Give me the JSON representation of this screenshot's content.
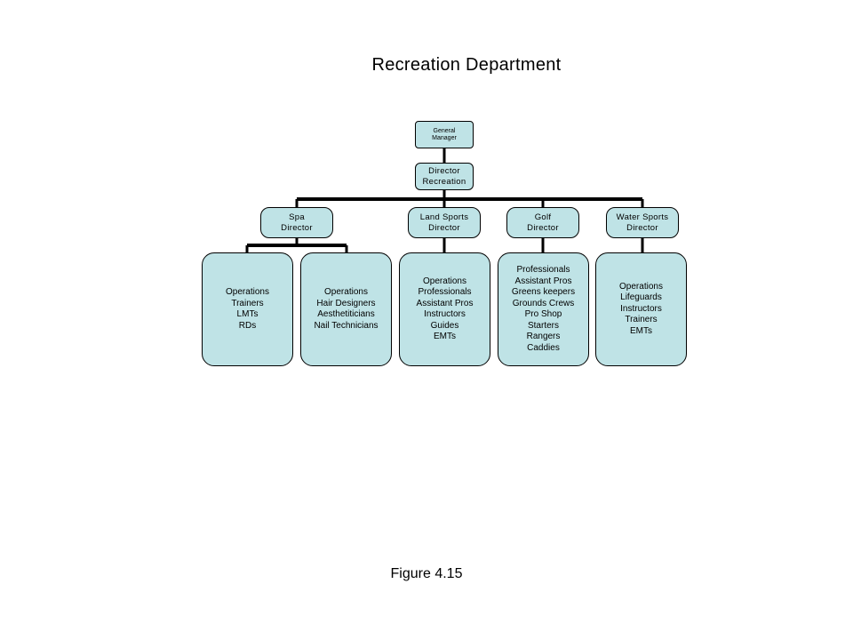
{
  "title": "Recreation Department",
  "caption": "Figure 4.15",
  "org": {
    "general_manager": [
      "General",
      "Manager"
    ],
    "director": [
      "Director",
      "Recreation"
    ],
    "spa": {
      "header": [
        "Spa",
        "Director"
      ],
      "units": [
        [
          "Operations",
          "Trainers",
          "LMTs",
          "RDs"
        ],
        [
          "Operations",
          "Hair Designers",
          "Aesthetiticians",
          "Nail Technicians"
        ]
      ]
    },
    "land_sports": {
      "header": [
        "Land Sports",
        "Director"
      ],
      "staff": [
        "Operations",
        "Professionals",
        "Assistant Pros",
        "Instructors",
        "Guides",
        "EMTs"
      ]
    },
    "golf": {
      "header": [
        "Golf",
        "Director"
      ],
      "staff": [
        "Professionals",
        "Assistant Pros",
        "Greens keepers",
        "Grounds Crews",
        "Pro Shop",
        "Starters",
        "Rangers",
        "Caddies"
      ]
    },
    "water_sports": {
      "header": [
        "Water Sports",
        "Director"
      ],
      "staff": [
        "Operations",
        "Lifeguards",
        "Instructors",
        "Trainers",
        "EMTs"
      ]
    }
  },
  "colors": {
    "box_fill": "#bfe3e6",
    "line": "#000000"
  }
}
